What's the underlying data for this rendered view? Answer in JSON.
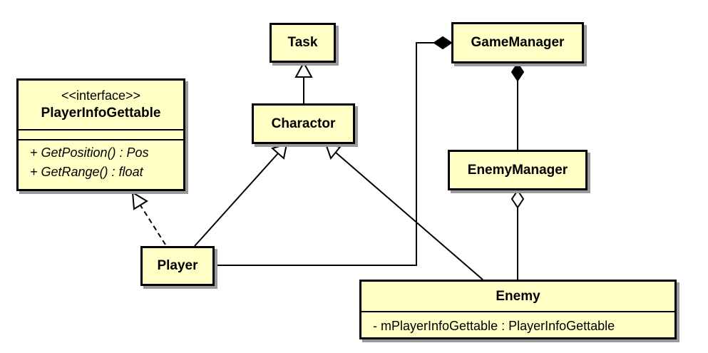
{
  "classes": {
    "task": {
      "name": "Task"
    },
    "charactor": {
      "name": "Charactor"
    },
    "game_manager": {
      "name": "GameManager"
    },
    "enemy_manager": {
      "name": "EnemyManager"
    },
    "player_info_gettable": {
      "stereotype": "<<interface>>",
      "name": "PlayerInfoGettable",
      "operations": [
        "+ GetPosition() : Pos",
        "+ GetRange() : float"
      ]
    },
    "player": {
      "name": "Player"
    },
    "enemy": {
      "name": "Enemy",
      "attributes": [
        "- mPlayerInfoGettable : PlayerInfoGettable"
      ]
    }
  },
  "relations": [
    {
      "type": "generalization",
      "from": "Charactor",
      "to": "Task"
    },
    {
      "type": "generalization",
      "from": "Player",
      "to": "Charactor"
    },
    {
      "type": "generalization",
      "from": "Enemy",
      "to": "Charactor"
    },
    {
      "type": "realization",
      "from": "Player",
      "to": "PlayerInfoGettable"
    },
    {
      "type": "composition",
      "whole": "GameManager",
      "part": "Player"
    },
    {
      "type": "composition",
      "whole": "GameManager",
      "part": "EnemyManager"
    },
    {
      "type": "aggregation",
      "whole": "EnemyManager",
      "part": "Enemy"
    }
  ]
}
